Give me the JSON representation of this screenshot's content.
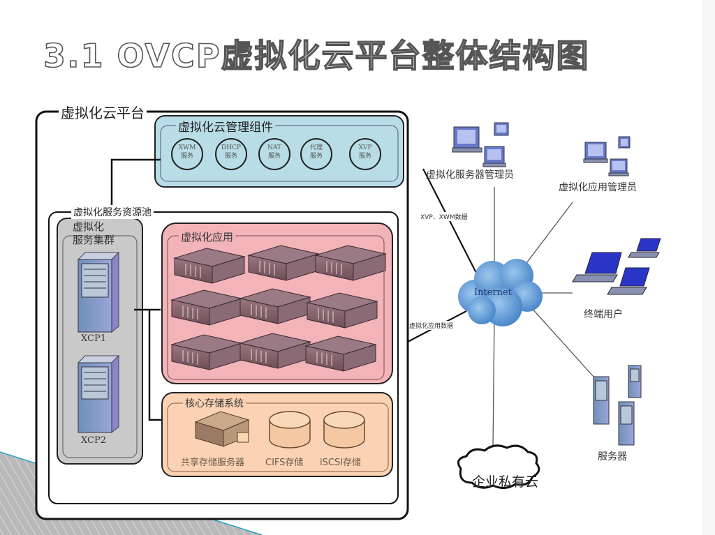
{
  "title": "3.1 OVCP虚拟化云平台整体结构图",
  "platform": {
    "label": "虚拟化云平台",
    "management": {
      "label": "虚拟化云管理组件",
      "services": [
        {
          "line1": "XWM",
          "line2": "服务"
        },
        {
          "line1": "DHCP",
          "line2": "服务"
        },
        {
          "line1": "NAT",
          "line2": "服务"
        },
        {
          "line1": "代理",
          "line2": "服务"
        },
        {
          "line1": "XVP",
          "line2": "服务"
        }
      ]
    },
    "resource_pool": {
      "label": "虚拟化服务资源池",
      "cluster": {
        "label_line1": "虚拟化",
        "label_line2": "服务集群",
        "nodes": [
          "XCP1",
          "XCP2"
        ]
      },
      "apps": {
        "label": "虚拟化应用",
        "servers": [
          "database",
          "document",
          "web",
          "network",
          "web-network",
          "globe",
          "firewall",
          "keyboard",
          "terminal"
        ]
      },
      "storage": {
        "label": "核心存储系统",
        "items": [
          "共享存储服务器",
          "CIFS存储",
          "iSCSI存储"
        ]
      }
    }
  },
  "network": {
    "internet_label": "Internet",
    "link_labels": {
      "top": "XVP、XWM数据",
      "bottom": "虚拟化应用数据"
    },
    "nodes": {
      "server_admin": "虚拟化服务器管理员",
      "app_admin": "虚拟化应用管理员",
      "end_users": "终端用户",
      "servers": "服务器",
      "private_cloud": "企业私有云"
    }
  },
  "colors": {
    "management_fill": "#b8dde6",
    "apps_fill": "#f2b4b8",
    "storage_fill": "#fbd3b4",
    "cluster_fill": "#c9c9c9",
    "cloud_blue": "#4f8ed0",
    "stripe_accent": "#2aa0c0"
  }
}
